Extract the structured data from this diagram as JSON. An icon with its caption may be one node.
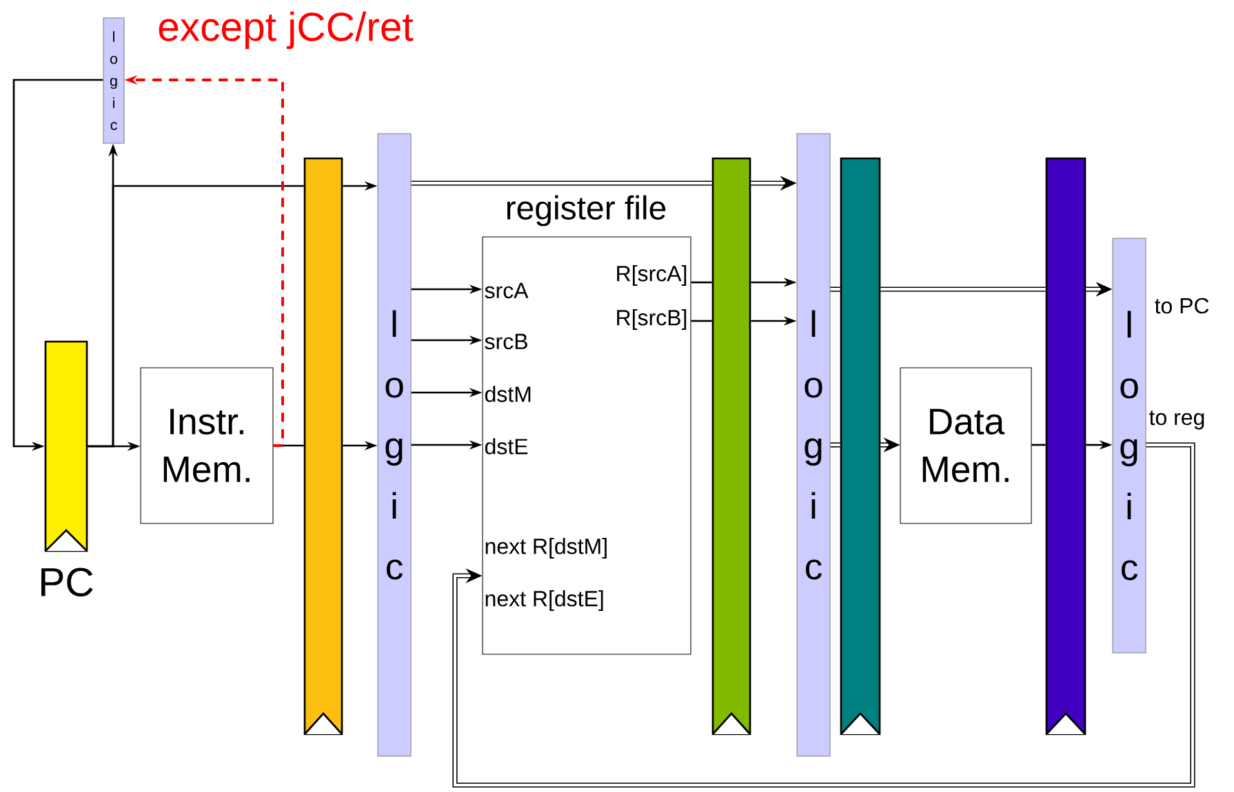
{
  "diagram": {
    "nodes": [
      {
        "text": [
          "logic"
        ]
      },
      {
        "text": [],
        "shape": "bar",
        "beside": [
          "PC"
        ]
      },
      {
        "text": [
          "Instr. Mem."
        ]
      },
      {
        "text": [],
        "shape": "bar"
      },
      {
        "text": [
          "logic"
        ]
      },
      {
        "text": [
          "register file",
          "srcA",
          "srcB",
          "dstM",
          "dstE",
          "next R[dstM]",
          "next R[dstE]",
          "R[srcA]",
          "R[srcB]"
        ]
      },
      {
        "text": [],
        "shape": "bar"
      },
      {
        "text": [
          "logic"
        ]
      },
      {
        "text": [],
        "shape": "bar"
      },
      {
        "text": [
          "Data Mem."
        ]
      },
      {
        "text": [],
        "shape": "bar"
      },
      {
        "text": [
          "logic"
        ]
      }
    ],
    "edges": [
      {
        "from": 0,
        "to": 1,
        "arrow": "to"
      },
      {
        "from": 1,
        "to": 2,
        "arrow": "to"
      },
      {
        "from": 1,
        "to": 0,
        "arrow": "to"
      },
      {
        "from": 1,
        "to": 3,
        "arrow": "none"
      },
      {
        "from": 3,
        "to": 4,
        "arrow": "to"
      },
      {
        "from": 2,
        "to": 3,
        "arrow": "none"
      },
      {
        "from": 3,
        "to": 4,
        "arrow": "to"
      },
      {
        "from": 2,
        "to": 0,
        "arrow": "to",
        "label": "except jCC/ret",
        "style": "dashed",
        "color": "#ff0000"
      },
      {
        "from": 4,
        "to": 6,
        "arrow": "none",
        "style": "thick"
      },
      {
        "from": 6,
        "to": 7,
        "arrow": "to",
        "style": "thick"
      },
      {
        "from": 4,
        "to": 5,
        "arrow": "to"
      },
      {
        "from": 4,
        "to": 5,
        "arrow": "to"
      },
      {
        "from": 4,
        "to": 5,
        "arrow": "to"
      },
      {
        "from": 4,
        "to": 5,
        "arrow": "to"
      },
      {
        "from": 5,
        "to": 6,
        "arrow": "none"
      },
      {
        "from": 6,
        "to": 7,
        "arrow": "to"
      },
      {
        "from": 5,
        "to": 6,
        "arrow": "none"
      },
      {
        "from": 6,
        "to": 7,
        "arrow": "to"
      },
      {
        "from": 7,
        "to": 8,
        "arrow": "none",
        "style": "thick"
      },
      {
        "from": 8,
        "to": 9,
        "arrow": "to",
        "style": "thick"
      },
      {
        "from": 7,
        "to": 8,
        "arrow": "none",
        "style": "thick"
      },
      {
        "from": 8,
        "to": 10,
        "arrow": "none",
        "style": "thick"
      },
      {
        "from": 10,
        "to": 11,
        "arrow": "to",
        "style": "thick"
      },
      {
        "from": 9,
        "to": 10,
        "arrow": "none"
      },
      {
        "from": 10,
        "to": 11,
        "arrow": "to"
      },
      {
        "from": 11,
        "to": 5,
        "arrow": "to",
        "style": "thick"
      }
    ],
    "labels": [
      "to PC",
      "to reg"
    ]
  }
}
